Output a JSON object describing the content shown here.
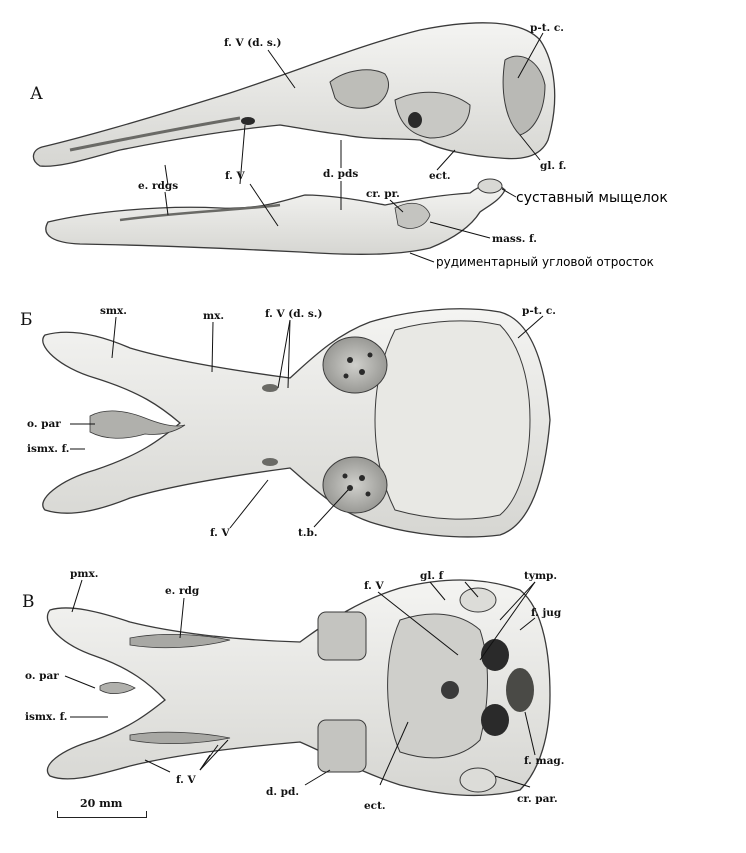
{
  "panels": {
    "a": "А",
    "b": "Б",
    "c": "В"
  },
  "labels_a": {
    "fv_ds": "f. V (d. s.)",
    "ptc": "p-t. c.",
    "e_rdgs": "e. rdgs",
    "fv": "f. V",
    "d_pds": "d. pds",
    "ect": "ect.",
    "glf": "gl. f.",
    "cr_pr": "cr. pr.",
    "mass_f": "mass. f.",
    "condyle": "суставный мыщелок",
    "angular": "рудиментарный угловой отросток"
  },
  "labels_b": {
    "smx": "smx.",
    "mx": "mx.",
    "fv_ds": "f. V (d. s.)",
    "ptc": "p-t. c.",
    "o_par": "o. par",
    "ismx": "ismx. f.",
    "fv": "f. V",
    "tb": "t.b."
  },
  "labels_c": {
    "pmx": "pmx.",
    "e_rdg": "e. rdg",
    "fv_top": "f. V",
    "glf": "gl. f",
    "tymp": "tymp.",
    "fjug": "f. jug",
    "o_par": "o. par",
    "ismx": "ismx. f.",
    "fv": "f. V",
    "d_pd": "d. pd.",
    "ect": "ect.",
    "fmag": "f. mag.",
    "crpar": "cr. par."
  },
  "scale": "20 mm",
  "colors": {
    "bone": "#ececea",
    "bone_shade": "#c4c4c0",
    "outline": "#3a3a3a",
    "foramen": "#2a2a2a"
  }
}
